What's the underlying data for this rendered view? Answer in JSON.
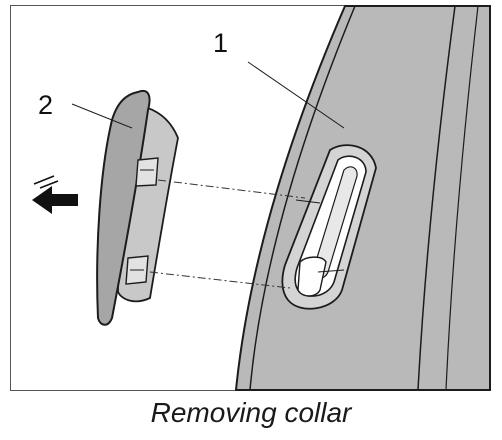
{
  "figure": {
    "callouts": [
      {
        "number": "1",
        "refers_to": "glass panel"
      },
      {
        "number": "2",
        "refers_to": "collar"
      }
    ],
    "caption": "Removing collar",
    "colors": {
      "glass_fill": "#b8b8b8",
      "collar_fill": "#a6a6a6",
      "outline": "#1c1c1c",
      "frame_border": "#555555",
      "background": "#ffffff"
    },
    "icons": [
      "arrow-left-icon",
      "motion-lines-icon",
      "dash-dot-leader-line"
    ]
  }
}
